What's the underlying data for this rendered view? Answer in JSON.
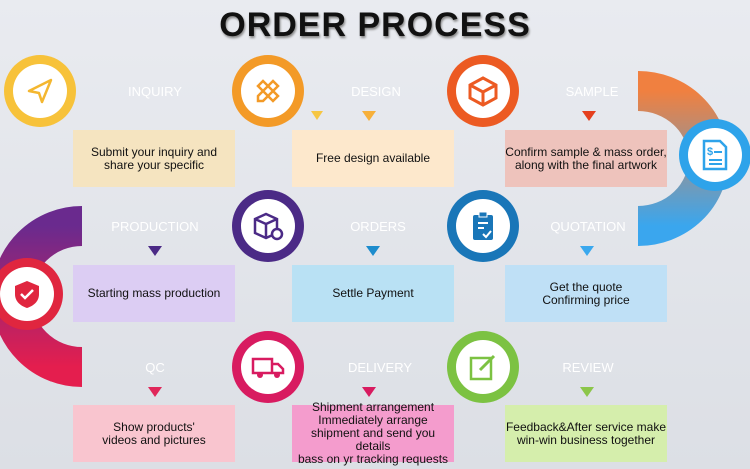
{
  "title": "ORDER PROCESS",
  "steps": [
    {
      "label": "INQUIRY",
      "text": "Submit your inquiry and\nshare your specific",
      "icon": "paper-plane-icon",
      "color": "#f7c23a"
    },
    {
      "label": "DESIGN",
      "text": "Free design available",
      "icon": "pencil-ruler-icon",
      "color": "#f39a27"
    },
    {
      "label": "SAMPLE",
      "text": "Confirm sample & mass order,\nalong with the final artwork",
      "icon": "box-icon",
      "color": "#ec5a22"
    },
    {
      "label": "QUOTATION",
      "text": "Get the quote\nConfirming price",
      "icon": "invoice-icon",
      "color": "#2ea3ea"
    },
    {
      "label": "ORDERS",
      "text": "Settle Payment",
      "icon": "clipboard-check-icon",
      "color": "#1976b8"
    },
    {
      "label": "PRODUCTION",
      "text": "Starting mass production",
      "icon": "package-gear-icon",
      "color": "#4b2a86"
    },
    {
      "label": "QC",
      "text": "Show products'\nvideos and pictures",
      "icon": "shield-check-icon",
      "color": "#e0263f"
    },
    {
      "label": "DELIVERY",
      "text": "Shipment arrangement\nImmediately arrange\nshipment and send you details\nbass on yr tracking requests",
      "icon": "truck-icon",
      "color": "#d81b60"
    },
    {
      "label": "REVIEW",
      "text": "Feedback&After service make\nwin-win business together",
      "icon": "edit-icon",
      "color": "#7cc242"
    }
  ]
}
